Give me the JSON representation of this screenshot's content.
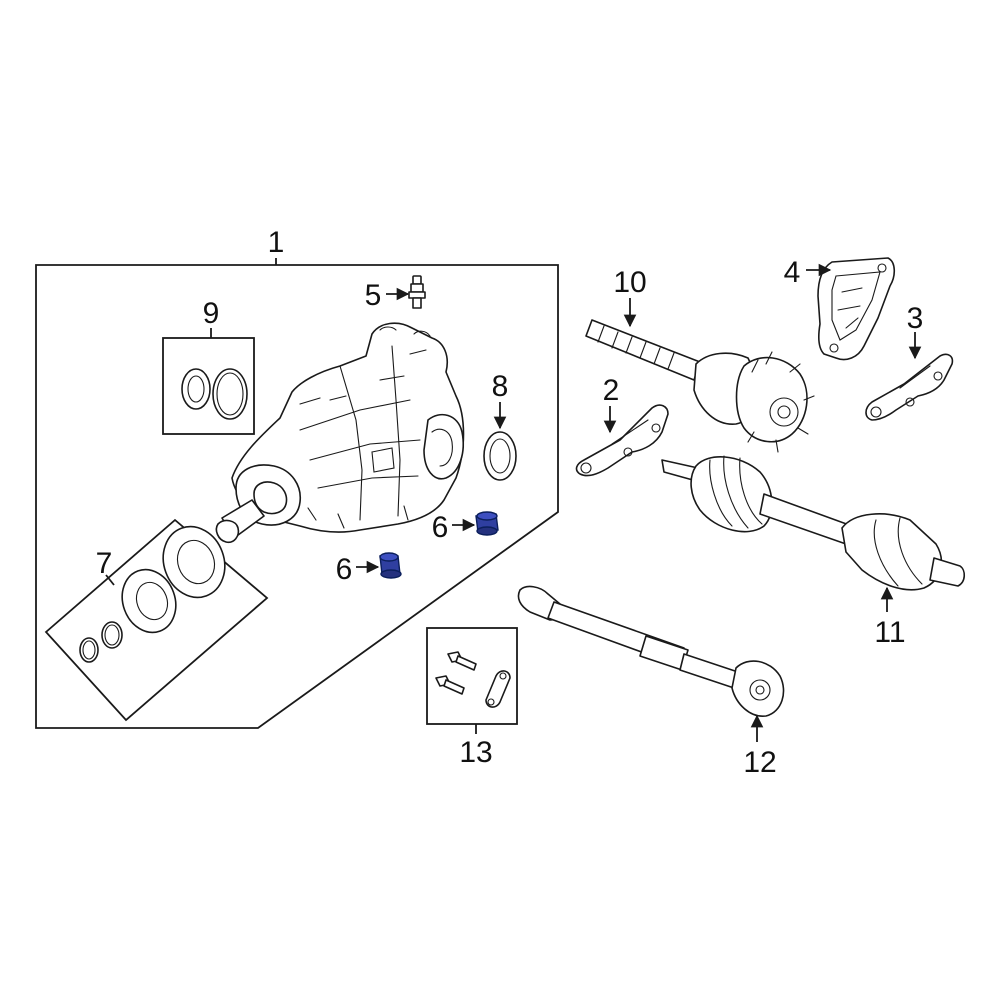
{
  "colors": {
    "line": "#1a1a1a",
    "text": "#111111",
    "highlight": "#2f3fa0",
    "background": "#ffffff"
  },
  "callouts": {
    "c1": "1",
    "c2": "2",
    "c3": "3",
    "c4": "4",
    "c5": "5",
    "c6a": "6",
    "c6b": "6",
    "c7": "7",
    "c8": "8",
    "c9": "9",
    "c10": "10",
    "c11": "11",
    "c12": "12",
    "c13": "13"
  }
}
